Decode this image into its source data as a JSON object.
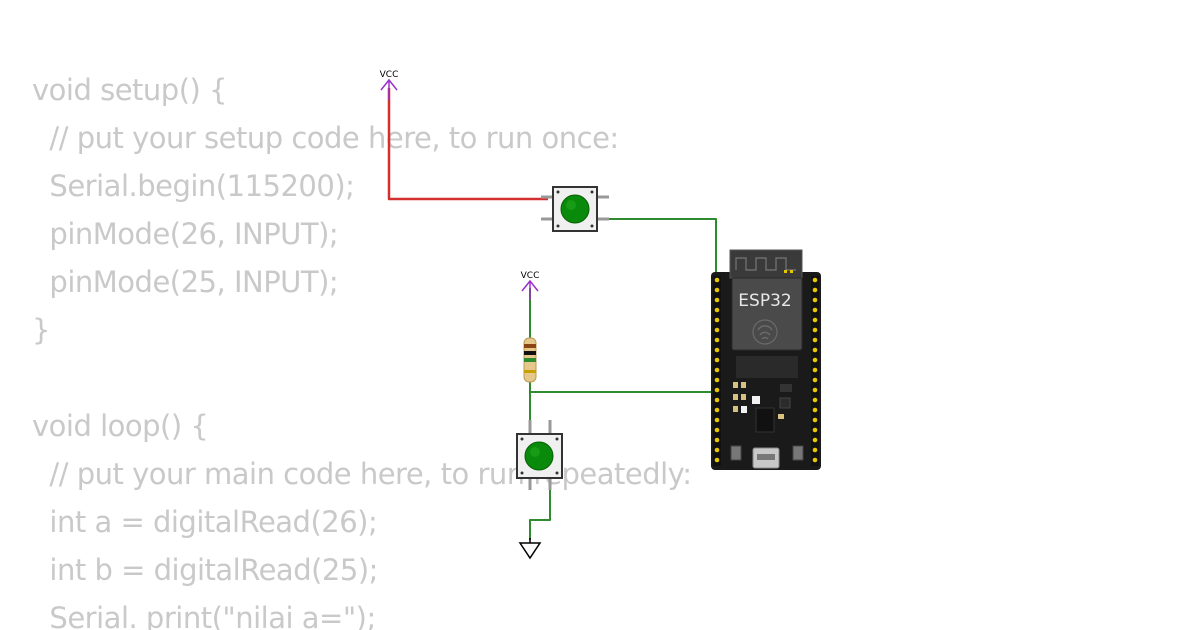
{
  "code_editor": {
    "lines": [
      "void setup() {",
      "  // put your setup code here, to run once:",
      "  Serial.begin(115200);",
      "  pinMode(26, INPUT);",
      "  pinMode(25, INPUT);",
      "}",
      "",
      "void loop() {",
      "  // put your main code here, to run repeatedly:",
      "  int a = digitalRead(26);",
      "  int b = digitalRead(25);",
      "  Serial. print(\"nilai a=\");"
    ]
  },
  "circuit": {
    "vcc_top_label": "VCC",
    "vcc_mid_label": "VCC",
    "board_label": "ESP32",
    "colors": {
      "power_wire": "#d32f2f",
      "signal_wire": "#2e8b2e",
      "vcc_symbol": "#9b30c8",
      "button_cap": "#0a8a0a",
      "board": "#1a1a1a",
      "module": "#4a4a4a",
      "pin": "#e8c800"
    },
    "icons": [
      "vcc-arrow-icon",
      "ground-icon",
      "wifi-logo-icon"
    ]
  }
}
